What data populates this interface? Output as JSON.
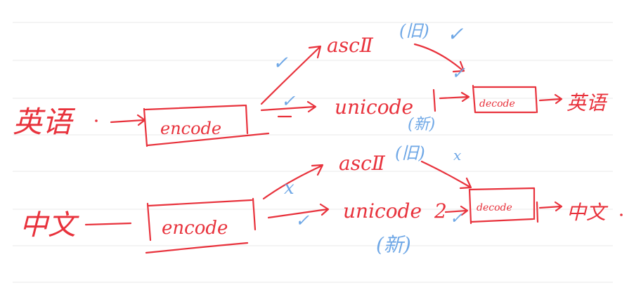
{
  "colors": {
    "ink_red": "#e8323c",
    "ink_blue": "#6ea7e6",
    "rule": "#e9e9e9"
  },
  "row1": {
    "source": "英语",
    "encode": "encode",
    "ascii": "ascⅡ",
    "ascii_note": "(旧)",
    "unicode": "unicode",
    "unicode_note": "(新)",
    "decode": "decode",
    "target": "英语"
  },
  "row2": {
    "source": "中文",
    "encode": "encode",
    "ascii": "ascⅡ",
    "ascii_note": "(旧)",
    "unicode": "unicode",
    "unicode_note": "(新)",
    "decode": "decode",
    "target": "中文"
  },
  "marks": {
    "check": "✓",
    "cross": "x"
  }
}
